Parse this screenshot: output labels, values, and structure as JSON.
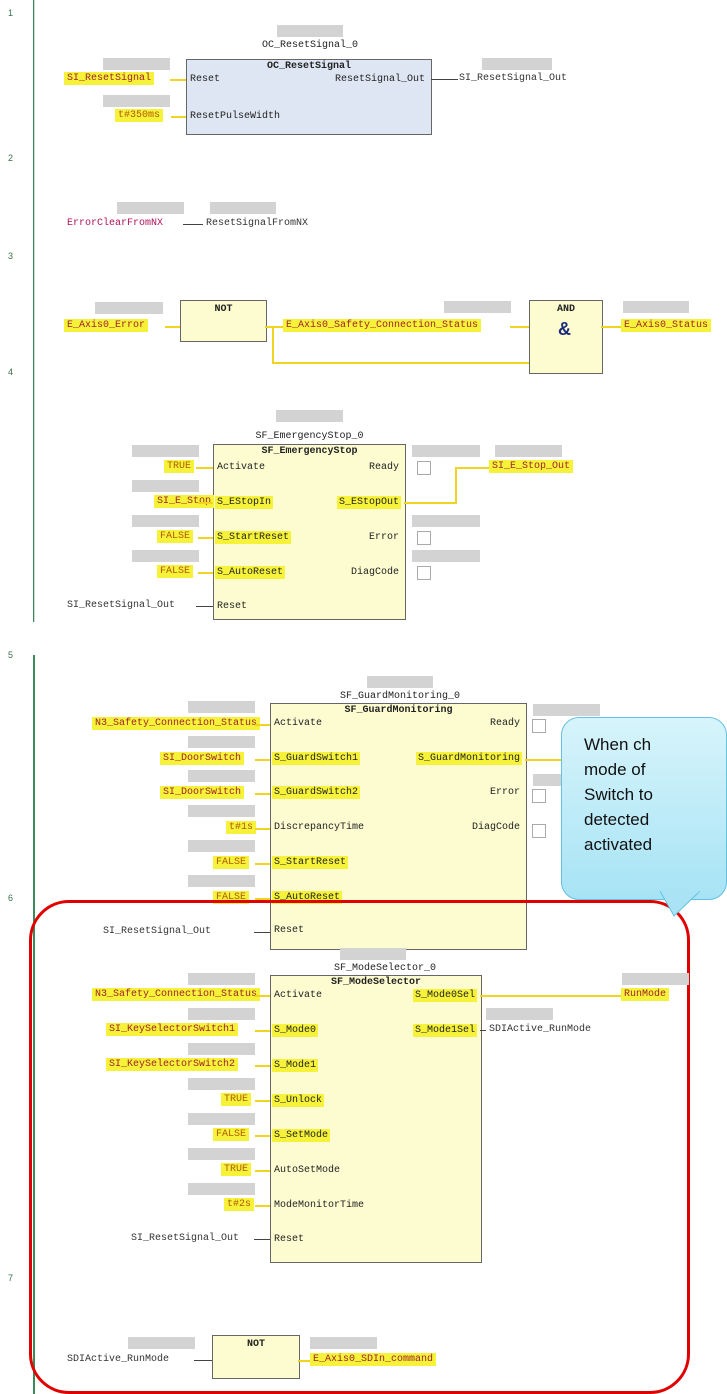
{
  "rung_numbers": [
    "1",
    "2",
    "3",
    "4",
    "5",
    "6",
    "7"
  ],
  "rung1": {
    "instance": "OC_ResetSignal_0",
    "block_type": "OC_ResetSignal",
    "in_reset_var": "SI_ResetSignal",
    "in_reset_pin": "Reset",
    "in_pulse_var": "t#350ms",
    "in_pulse_pin": "ResetPulseWidth",
    "out_pin": "ResetSignal_Out",
    "out_var": "SI_ResetSignal_Out"
  },
  "rung2": {
    "left_var": "ErrorClearFromNX",
    "right_var": "ResetSignalFromNX"
  },
  "rung3": {
    "in_var": "E_Axis0_Error",
    "not_label": "NOT",
    "status_var": "E_Axis0_Safety_Connection_Status",
    "and_label": "AND",
    "and_symbol": "&",
    "out_var": "E_Axis0_Status"
  },
  "rung4": {
    "instance": "SF_EmergencyStop_0",
    "block_type": "SF_EmergencyStop",
    "inputs": [
      {
        "var": "TRUE",
        "pin": "Activate"
      },
      {
        "var": "SI_E_Stop",
        "pin": "S_EStopIn"
      },
      {
        "var": "FALSE",
        "pin": "S_StartReset"
      },
      {
        "var": "FALSE",
        "pin": "S_AutoReset"
      },
      {
        "var": "SI_ResetSignal_Out",
        "pin": "Reset"
      }
    ],
    "outputs": [
      "Ready",
      "S_EStopOut",
      "Error",
      "DiagCode"
    ],
    "out_var": "SI_E_Stop_Out"
  },
  "rung5": {
    "instance": "SF_GuardMonitoring_0",
    "block_type": "SF_GuardMonitoring",
    "inputs": [
      {
        "var": "N3_Safety_Connection_Status",
        "pin": "Activate"
      },
      {
        "var": "SI_DoorSwitch",
        "pin": "S_GuardSwitch1"
      },
      {
        "var": "SI_DoorSwitch",
        "pin": "S_GuardSwitch2"
      },
      {
        "var": "t#1s",
        "pin": "DiscrepancyTime"
      },
      {
        "var": "FALSE",
        "pin": "S_StartReset"
      },
      {
        "var": "FALSE",
        "pin": "S_AutoReset"
      },
      {
        "var": "SI_ResetSignal_Out",
        "pin": "Reset"
      }
    ],
    "outputs": [
      "Ready",
      "S_GuardMonitoring",
      "Error",
      "DiagCode"
    ]
  },
  "rung6": {
    "instance": "SF_ModeSelector_0",
    "block_type": "SF_ModeSelector",
    "inputs": [
      {
        "var": "N3_Safety_Connection_Status",
        "pin": "Activate"
      },
      {
        "var": "SI_KeySelectorSwitch1",
        "pin": "S_Mode0"
      },
      {
        "var": "SI_KeySelectorSwitch2",
        "pin": "S_Mode1"
      },
      {
        "var": "TRUE",
        "pin": "S_Unlock"
      },
      {
        "var": "FALSE",
        "pin": "S_SetMode"
      },
      {
        "var": "TRUE",
        "pin": "AutoSetMode"
      },
      {
        "var": "t#2s",
        "pin": "ModeMonitorTime"
      },
      {
        "var": "SI_ResetSignal_Out",
        "pin": "Reset"
      }
    ],
    "outputs": [
      "S_Mode0Sel",
      "S_Mode1Sel"
    ],
    "out_vars": [
      "RunMode",
      "SDIActive_RunMode"
    ]
  },
  "rung7": {
    "in_var": "SDIActive_RunMode",
    "not_label": "NOT",
    "out_var": "E_Axis0_SDIn_command"
  },
  "callout": {
    "lines": [
      "When ch",
      "mode of",
      "Switch to",
      "detected",
      "activated"
    ]
  },
  "colors": {
    "highlight": "#f6f23a",
    "wire": "#f0d420",
    "block_fill": "#fcfcd0",
    "callout": "#bdeaf7",
    "frame": "#e00000"
  }
}
